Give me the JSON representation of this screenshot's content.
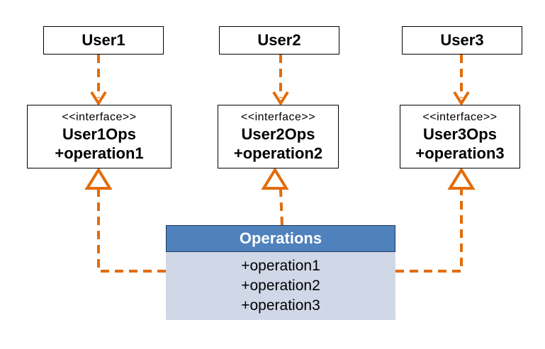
{
  "users": [
    {
      "label": "User1"
    },
    {
      "label": "User2"
    },
    {
      "label": "User3"
    }
  ],
  "interfaces": [
    {
      "stereotype": "<<interface>>",
      "name": "User1Ops",
      "operation": "+operation1"
    },
    {
      "stereotype": "<<interface>>",
      "name": "User2Ops",
      "operation": "+operation2"
    },
    {
      "stereotype": "<<interface>>",
      "name": "User3Ops",
      "operation": "+operation3"
    }
  ],
  "operations_class": {
    "name": "Operations",
    "operations": [
      "+operation1",
      "+operation2",
      "+operation3"
    ]
  },
  "colors": {
    "connector": "#e36c0a",
    "class_header": "#4f81bd",
    "class_body": "#d0d8e8"
  }
}
